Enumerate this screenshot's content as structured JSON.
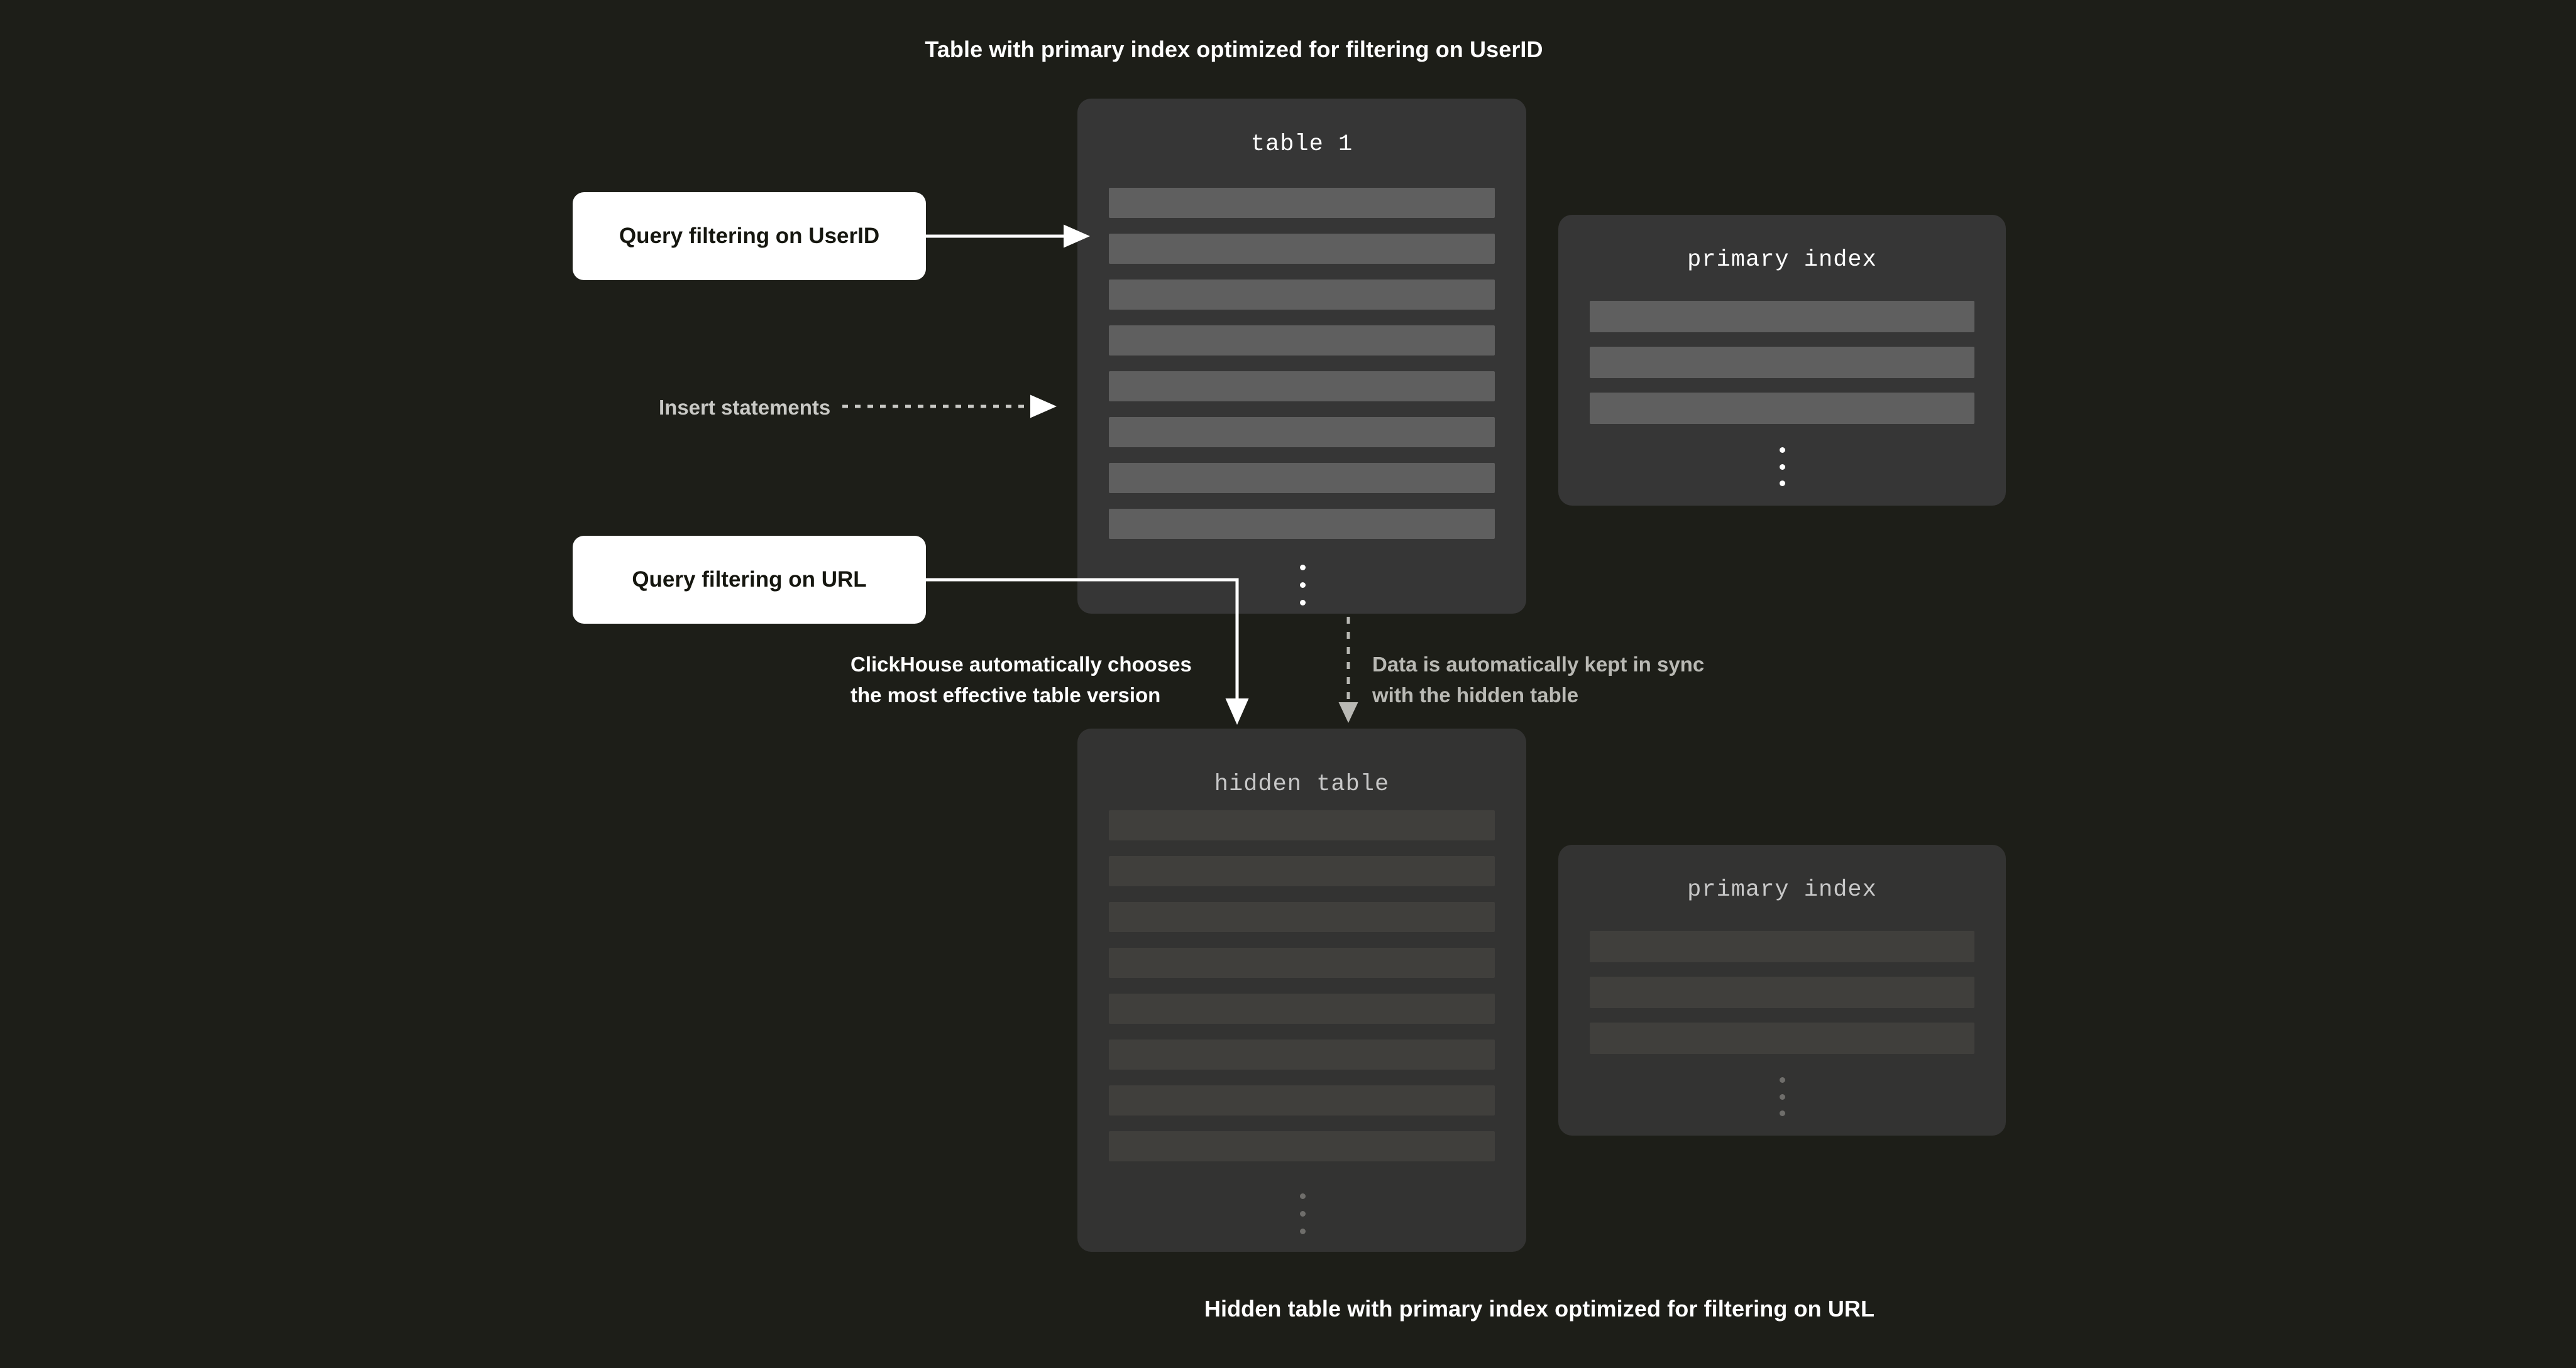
{
  "captions": {
    "top": "Table with primary index optimized for filtering on UserID",
    "bottom": "Hidden table with primary index optimized for filtering on URL"
  },
  "tables": {
    "main": {
      "title": "table 1",
      "row_count": 8,
      "ellipsis": "vertical-ellipsis",
      "index": {
        "title": "primary index",
        "row_count": 3,
        "ellipsis": "vertical-ellipsis"
      }
    },
    "hidden": {
      "title": "hidden table",
      "row_count": 8,
      "ellipsis": "vertical-ellipsis",
      "index": {
        "title": "primary index",
        "row_count": 3,
        "ellipsis": "vertical-ellipsis"
      }
    }
  },
  "callouts": {
    "query_userid": "Query filtering on UserID",
    "query_url": "Query filtering on URL"
  },
  "annotations": {
    "insert_statements": "Insert statements",
    "chooses_version": "ClickHouse automatically chooses\nthe most effective table version",
    "kept_in_sync": "Data is automatically kept in sync\nwith the hidden table"
  },
  "colors": {
    "background": "#1d1e18",
    "panel": "#363636",
    "panel_dim": "#333332",
    "row_bar": "#5f5f5f",
    "row_bar_dim": "#403f3c",
    "callout_bg": "#ffffff",
    "callout_text": "#15160f",
    "text_bright": "#ffffff",
    "text_muted": "#b9b9b4",
    "connector_solid": "#ffffff",
    "connector_dashed": "#b9b9b4"
  }
}
